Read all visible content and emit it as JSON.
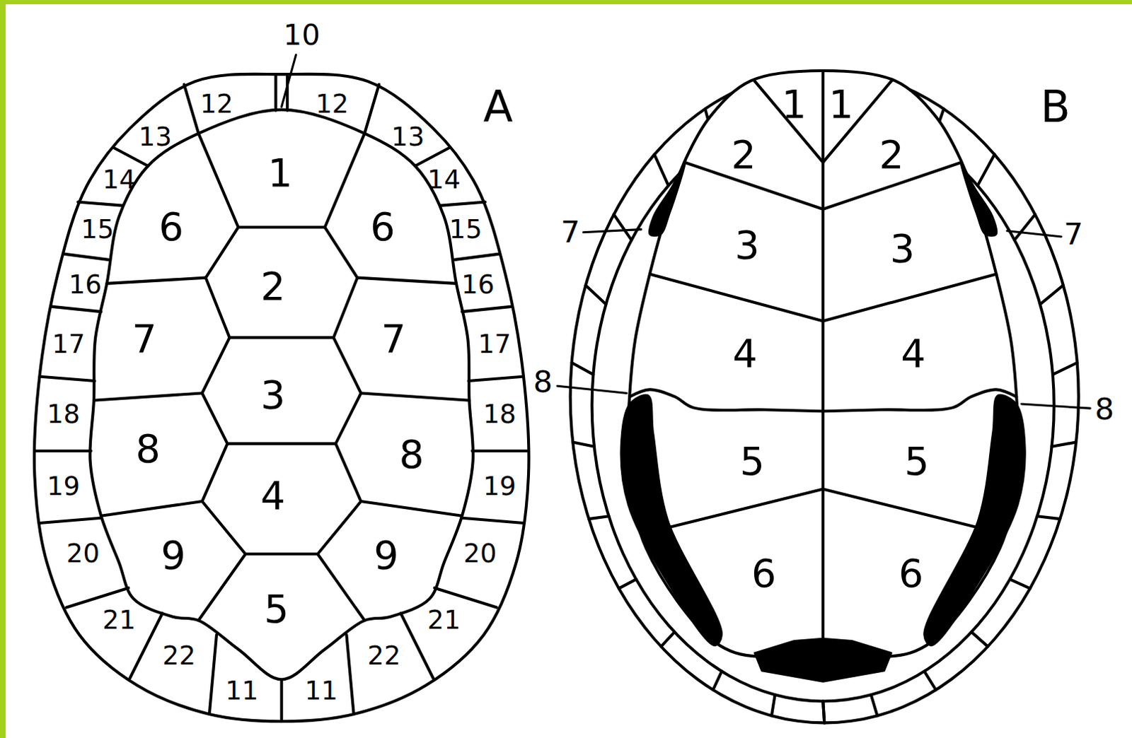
{
  "diagram": {
    "labels": [
      "10",
      "12",
      "12",
      "A",
      "B",
      "1",
      "1",
      "13",
      "13",
      "1",
      "2",
      "2",
      "14",
      "14",
      "6",
      "6",
      "15",
      "15",
      "7",
      "7",
      "3",
      "3",
      "16",
      "2",
      "16",
      "7",
      "17",
      "7",
      "17",
      "4",
      "4",
      "8",
      "3",
      "8",
      "18",
      "18",
      "8",
      "8",
      "5",
      "5",
      "19",
      "4",
      "19",
      "20",
      "9",
      "9",
      "20",
      "6",
      "6",
      "5",
      "21",
      "21",
      "22",
      "22",
      "11",
      "11"
    ]
  }
}
